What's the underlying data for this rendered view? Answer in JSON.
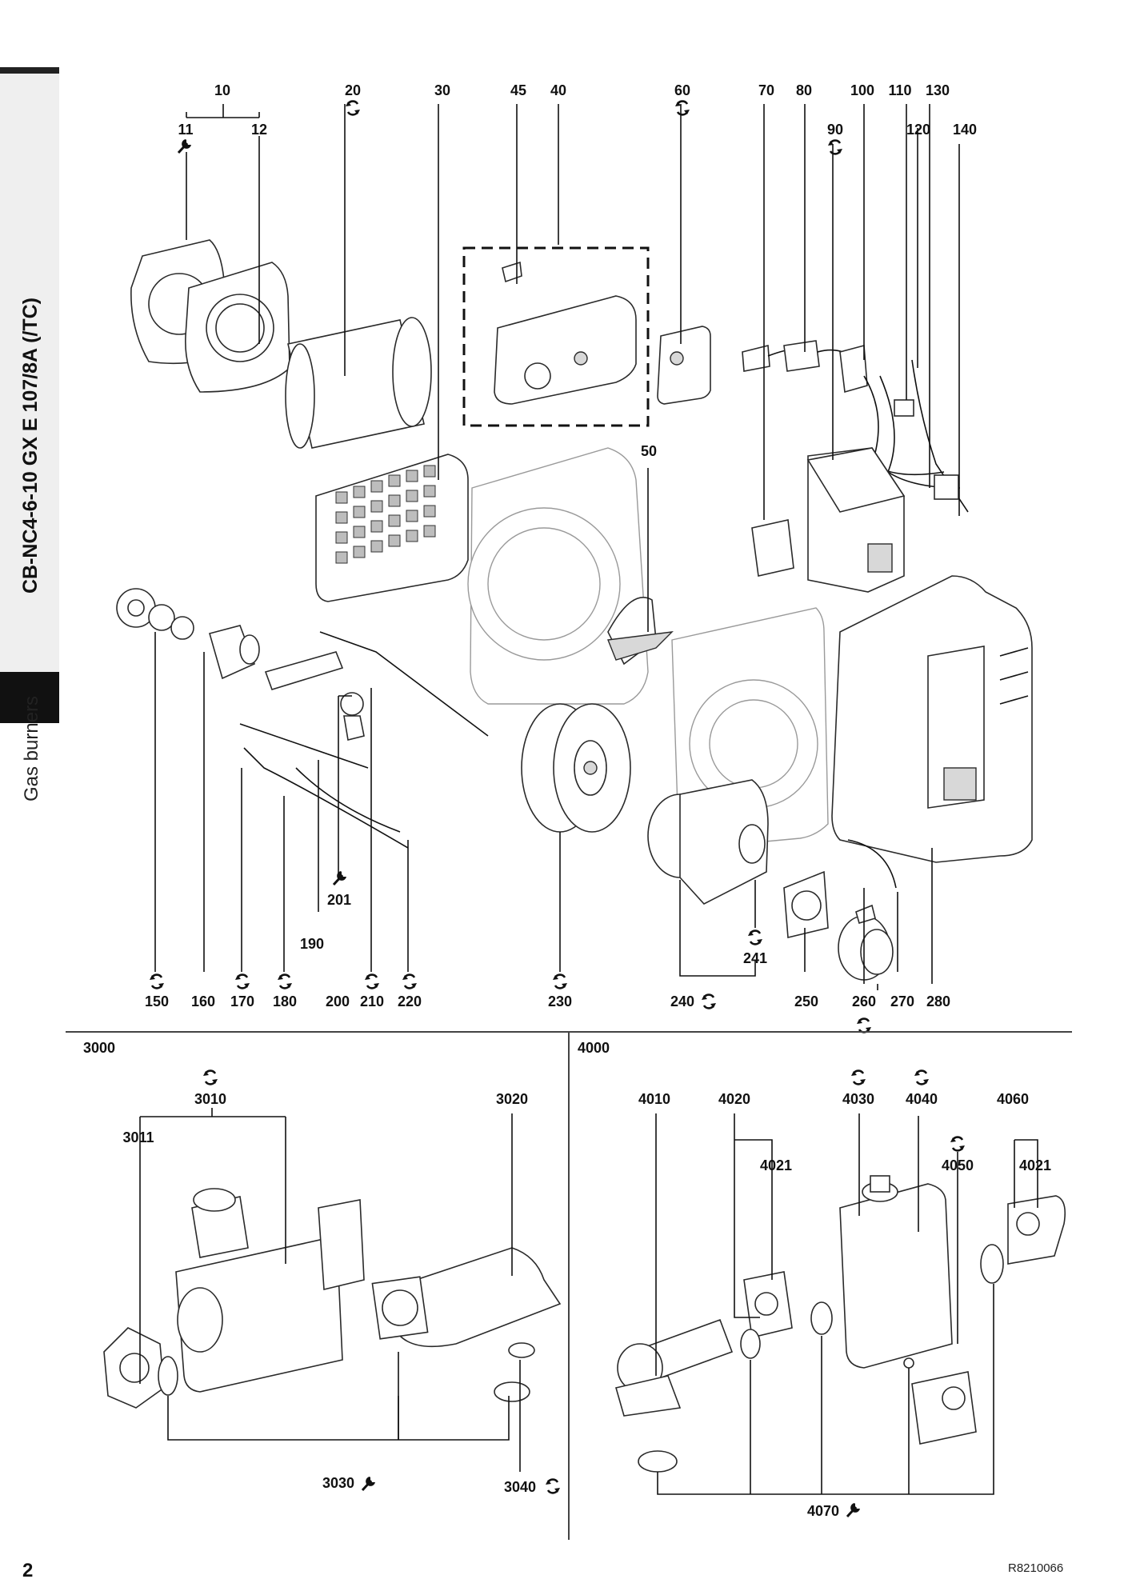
{
  "sidebar": {
    "model": "CB-NC4-6-10 GX E 107/8A (/TC)",
    "category": "Gas burners"
  },
  "page_number": "2",
  "reference_code": "R8210066",
  "sections": {
    "s3000": "3000",
    "s4000": "4000"
  },
  "icons": {
    "spare": "circular-arrows-icon",
    "wear": "wrench-icon"
  },
  "labels": {
    "p10": "10",
    "p11": "11",
    "p12": "12",
    "p20": "20",
    "p30": "30",
    "p45": "45",
    "p40": "40",
    "p60": "60",
    "p70": "70",
    "p80": "80",
    "p90": "90",
    "p100": "100",
    "p110": "110",
    "p130": "130",
    "p120": "120",
    "p140": "140",
    "p50": "50",
    "p150": "150",
    "p160": "160",
    "p170": "170",
    "p180": "180",
    "p190": "190",
    "p200": "200",
    "p201": "201",
    "p210": "210",
    "p220": "220",
    "p230": "230",
    "p240": "240",
    "p241": "241",
    "p250": "250",
    "p260": "260",
    "p270": "270",
    "p280": "280",
    "p3010": "3010",
    "p3011": "3011",
    "p3020": "3020",
    "p3030": "3030",
    "p3040": "3040",
    "p4010": "4010",
    "p4020": "4020",
    "p4021a": "4021",
    "p4030": "4030",
    "p4040": "4040",
    "p4050": "4050",
    "p4060": "4060",
    "p4021b": "4021",
    "p4070": "4070"
  }
}
